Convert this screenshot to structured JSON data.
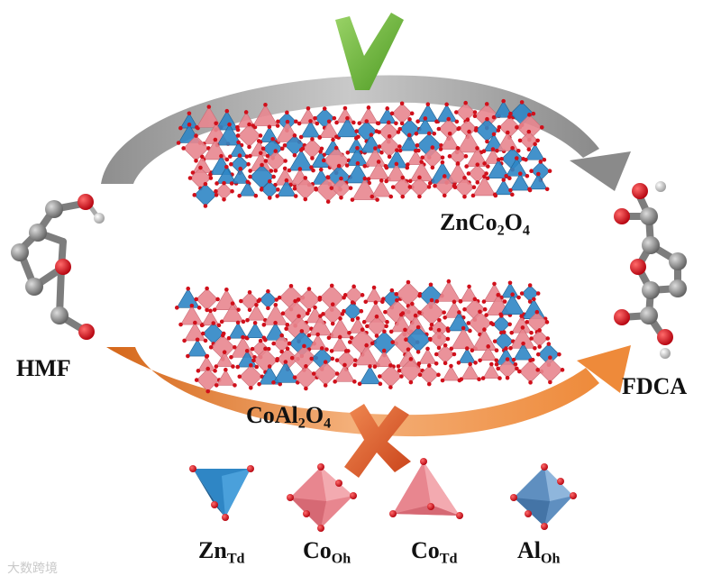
{
  "molecules": {
    "start": "HMF",
    "end": "FDCA"
  },
  "catalysts": {
    "top": {
      "base": "ZnCo",
      "sub1": "2",
      "mid": "O",
      "sub2": "4"
    },
    "bottom": {
      "base": "CoAl",
      "sub1": "2",
      "mid": "O",
      "sub2": "4"
    }
  },
  "legend": [
    {
      "base": "Zn",
      "sub": "Td"
    },
    {
      "base": "Co",
      "sub": "Oh"
    },
    {
      "base": "Co",
      "sub": "Td"
    },
    {
      "base": "Al",
      "sub": "Oh"
    }
  ],
  "watermark": "大数跨境",
  "colors": {
    "blue_poly": "#2f86c5",
    "pink_poly": "#e8868f",
    "oxygen": "#d0101b",
    "carbon": "#8c8c8c",
    "check": "#69b52d",
    "cross": "#e0551f",
    "arrow_top": "#8a8a8a",
    "arrow_bottom": "#e88a3c"
  }
}
